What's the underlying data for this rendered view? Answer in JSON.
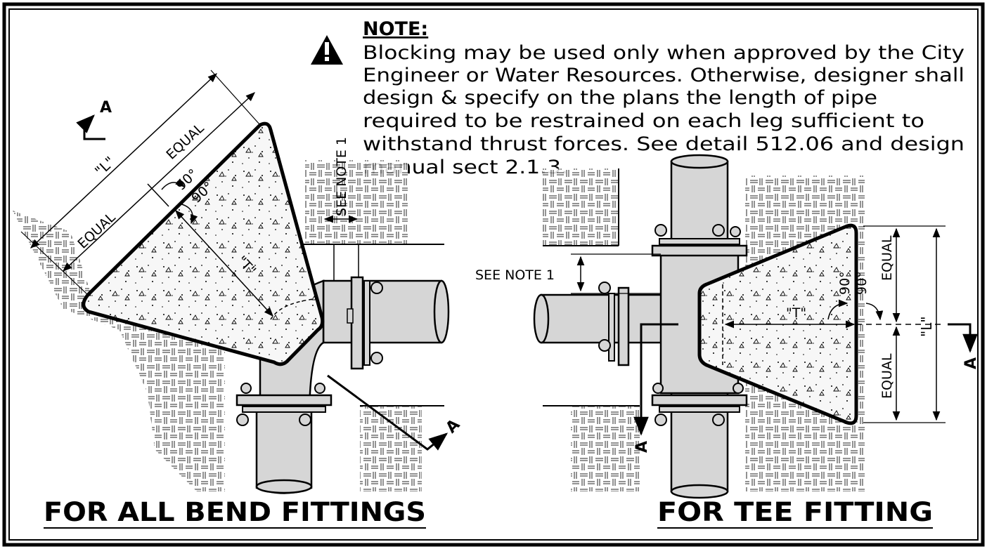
{
  "note": {
    "title": "NOTE:",
    "lines": [
      "Blocking may be used only when approved by the City",
      "Engineer or Water Resources. Otherwise, designer shall",
      "design & specify on the plans the length of pipe",
      "required to be restrained on each leg sufficient to",
      "withstand thrust forces. See detail 512.06 and design",
      "manual sect 2.1.3."
    ],
    "icon": "warning-triangle-icon"
  },
  "bend": {
    "caption": "FOR ALL BEND FITTINGS",
    "length_label": "\"L\"",
    "equal_top": "EQUAL",
    "equal_bottom": "EQUAL",
    "angle_a": "90°",
    "angle_b": "90°",
    "thickness_label": "\"T\"",
    "see_note": "SEE NOTE 1",
    "section_top": "A",
    "section_bottom": "A"
  },
  "tee": {
    "caption": "FOR TEE FITTING",
    "length_label": "\"L\"",
    "equal_top": "EQUAL",
    "equal_bottom": "EQUAL",
    "angle_a": "90°",
    "angle_b": "90°",
    "thickness_label": "\"T\"",
    "see_note": "SEE NOTE 1",
    "section_left": "A",
    "section_right": "A"
  },
  "colors": {
    "line": "#000000",
    "pipe_fill": "#d6d6d6",
    "concrete_fill": "#f7f7f7",
    "background": "#ffffff"
  }
}
